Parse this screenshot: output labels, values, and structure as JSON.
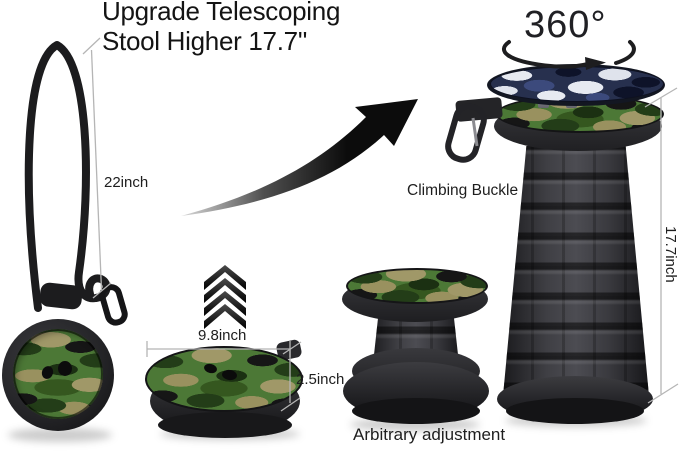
{
  "title": {
    "line1": "Upgrade Telescoping",
    "line2": "Stool Higher 17.7''"
  },
  "labels": {
    "strap_length": "22inch",
    "rotation_value": "360",
    "rotation_unit": "°",
    "climbing_buckle": "Climbing Buckle",
    "extended_height": "17.7inch",
    "seat_diameter": "9.8inch",
    "folded_thickness": "2.5inch",
    "adjustment": "Arbitrary adjustment"
  },
  "icons": {
    "swoosh_arrow": "large curved black arrow pointing up-right",
    "up_chevrons": "four stacked upward chevrons (raise/extend)",
    "rotation_arrow": "curved arrow under 360° showing seat spin",
    "carabiner": "climbing buckle carabiner on seat strap",
    "measure_ticks": "thin gray dimension lines with end ticks"
  },
  "colors": {
    "background": "#ffffff",
    "text": "#1e1e1e",
    "camo_green_base": "#4c7836",
    "camo_tan": "#a09868",
    "camo_dark_green": "#233d18",
    "camo_navy_base": "#27304e",
    "camo_navy_white": "#e7eaf1",
    "stool_body": "#3f3f44",
    "measure_line": "#b5b5b5",
    "arrow_black": "#0c0c0c"
  }
}
